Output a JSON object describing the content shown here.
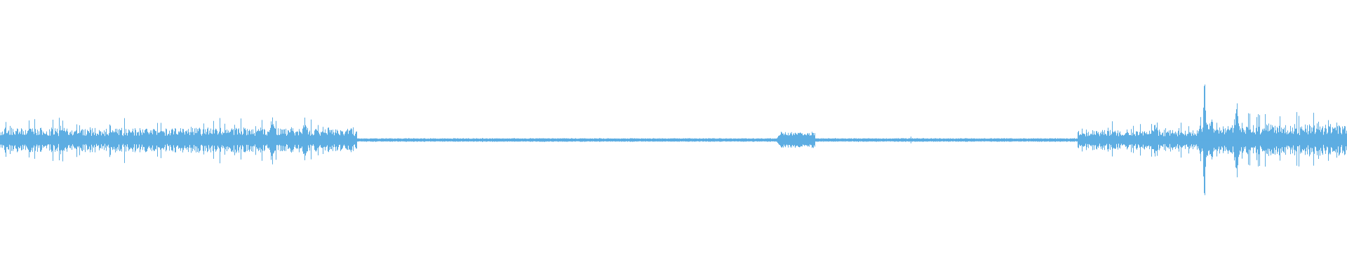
{
  "waveform": {
    "color": "#5DADE2",
    "background": "#FFFFFF",
    "segments": [
      {
        "start": 0.0,
        "end": 0.265,
        "level": 0.07,
        "burstiness": 0.55
      },
      {
        "start": 0.265,
        "end": 0.58,
        "level": 0.012,
        "burstiness": 0.2
      },
      {
        "start": 0.58,
        "end": 0.605,
        "level": 0.05,
        "burstiness": 0.3
      },
      {
        "start": 0.605,
        "end": 0.8,
        "level": 0.012,
        "burstiness": 0.2
      },
      {
        "start": 0.8,
        "end": 0.89,
        "level": 0.06,
        "burstiness": 0.5
      },
      {
        "start": 0.89,
        "end": 1.0,
        "level": 0.09,
        "burstiness": 0.55
      }
    ],
    "peaks": [
      {
        "pos": 0.045,
        "amp": 0.13,
        "width": 0.0015
      },
      {
        "pos": 0.13,
        "amp": 0.1,
        "width": 0.003
      },
      {
        "pos": 0.172,
        "amp": 0.11,
        "width": 0.003
      },
      {
        "pos": 0.202,
        "amp": 0.21,
        "width": 0.003
      },
      {
        "pos": 0.226,
        "amp": 0.17,
        "width": 0.003
      },
      {
        "pos": 0.241,
        "amp": 0.1,
        "width": 0.003
      },
      {
        "pos": 0.358,
        "amp": 0.03,
        "width": 0.001
      },
      {
        "pos": 0.416,
        "amp": 0.02,
        "width": 0.001
      },
      {
        "pos": 0.58,
        "amp": 0.08,
        "width": 0.004
      },
      {
        "pos": 0.676,
        "amp": 0.03,
        "width": 0.001
      },
      {
        "pos": 0.858,
        "amp": 0.14,
        "width": 0.0018
      },
      {
        "pos": 0.894,
        "amp": 0.52,
        "width": 0.0018
      },
      {
        "pos": 0.899,
        "amp": 0.2,
        "width": 0.003
      },
      {
        "pos": 0.918,
        "amp": 0.33,
        "width": 0.0035
      },
      {
        "pos": 0.958,
        "amp": 0.08,
        "width": 0.003
      },
      {
        "pos": 0.989,
        "amp": 0.1,
        "width": 0.002
      }
    ]
  }
}
